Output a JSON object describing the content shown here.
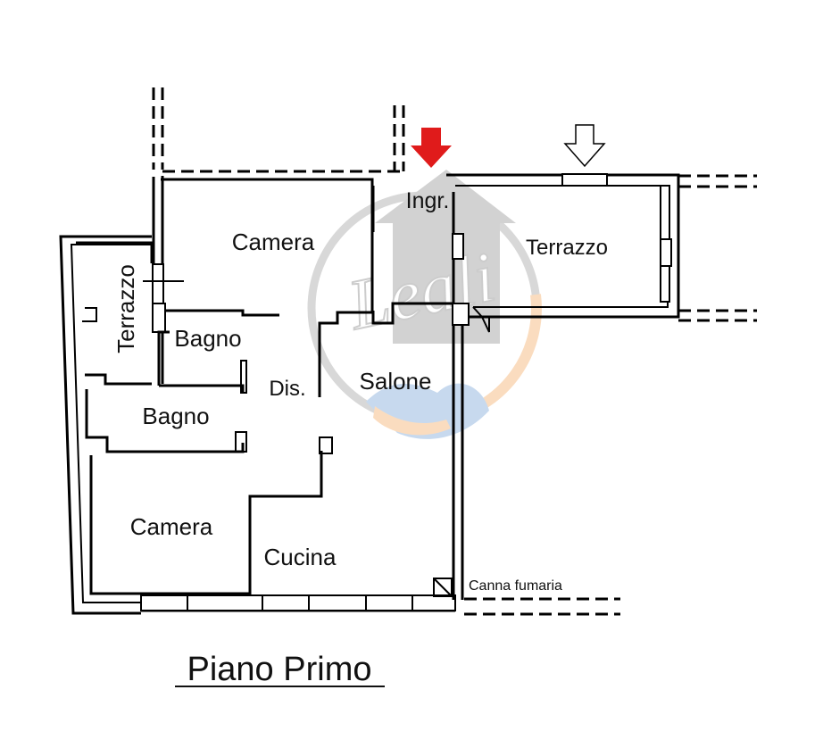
{
  "title": "Piano Primo",
  "rooms": {
    "camera_top": "Camera",
    "terrazzo_left": "Terrazzo",
    "bagno_top": "Bagno",
    "dis": "Dis.",
    "salone": "Salone",
    "bagno_bottom": "Bagno",
    "camera_bottom": "Camera",
    "cucina": "Cucina",
    "ingr": "Ingr.",
    "terrazzo_right": "Terrazzo"
  },
  "annotations": {
    "canna_fumaria": "Canna fumaria"
  },
  "watermark": {
    "text": "Leali"
  },
  "colors": {
    "entrance_arrow": "#e01b1b",
    "watermark_orange": "#f3a65a",
    "watermark_blue": "#6f9ed4",
    "watermark_grey": "#9a9a9a",
    "walls": "#000000"
  },
  "icons": {
    "entrance": "entrance-arrow-icon",
    "view": "view-arrow-icon",
    "watermark": "handshake-house-logo-icon"
  }
}
